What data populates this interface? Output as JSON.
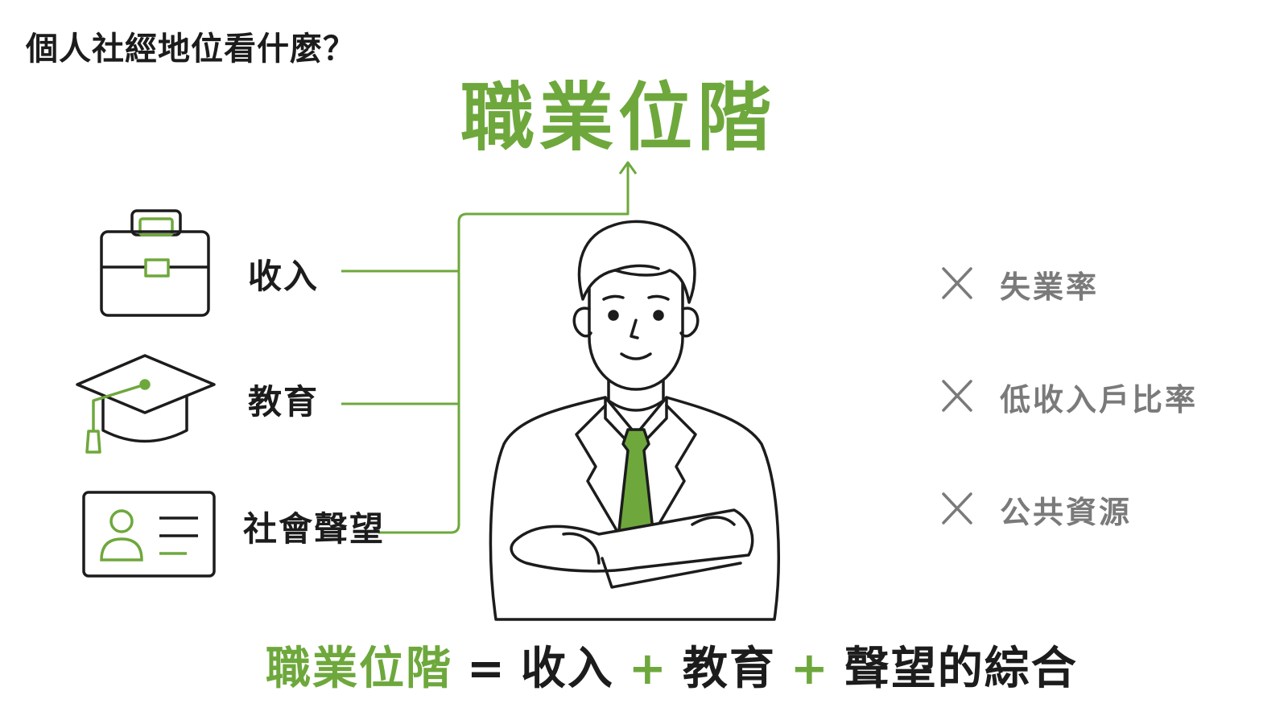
{
  "page": {
    "title": "個人社經地位看什麼？",
    "heading": "職業位階"
  },
  "factors": [
    {
      "label": "收入",
      "icon": "briefcase-icon"
    },
    {
      "label": "教育",
      "icon": "graduation-cap-icon"
    },
    {
      "label": "社會聲望",
      "icon": "id-card-icon"
    }
  ],
  "excluded": [
    {
      "label": "失業率",
      "icon": "x-mark-icon"
    },
    {
      "label": "低收入戶比率",
      "icon": "x-mark-icon"
    },
    {
      "label": "公共資源",
      "icon": "x-mark-icon"
    }
  ],
  "formula": {
    "term": "職業位階",
    "equals": "=",
    "part1": "收入",
    "plus1": "+",
    "part2": "教育",
    "plus2": "+",
    "part3": "聲望的綜合"
  },
  "figure": {
    "icon": "businessman-icon"
  },
  "colors": {
    "accent": "#6ea83c",
    "text": "#1c1c1c",
    "muted": "#7a7a7a"
  }
}
